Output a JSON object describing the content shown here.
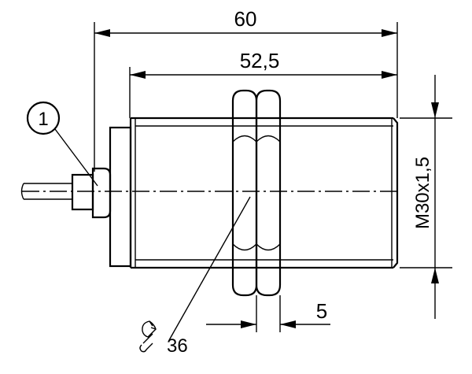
{
  "drawing": {
    "dim_overall_length": "60",
    "dim_thread_length": "52,5",
    "dim_thread_size": "M30x1,5",
    "dim_nut_thickness": "5",
    "wrench_size": "36",
    "callout_number": "1",
    "icons": {
      "wrench": "wrench-icon"
    }
  }
}
